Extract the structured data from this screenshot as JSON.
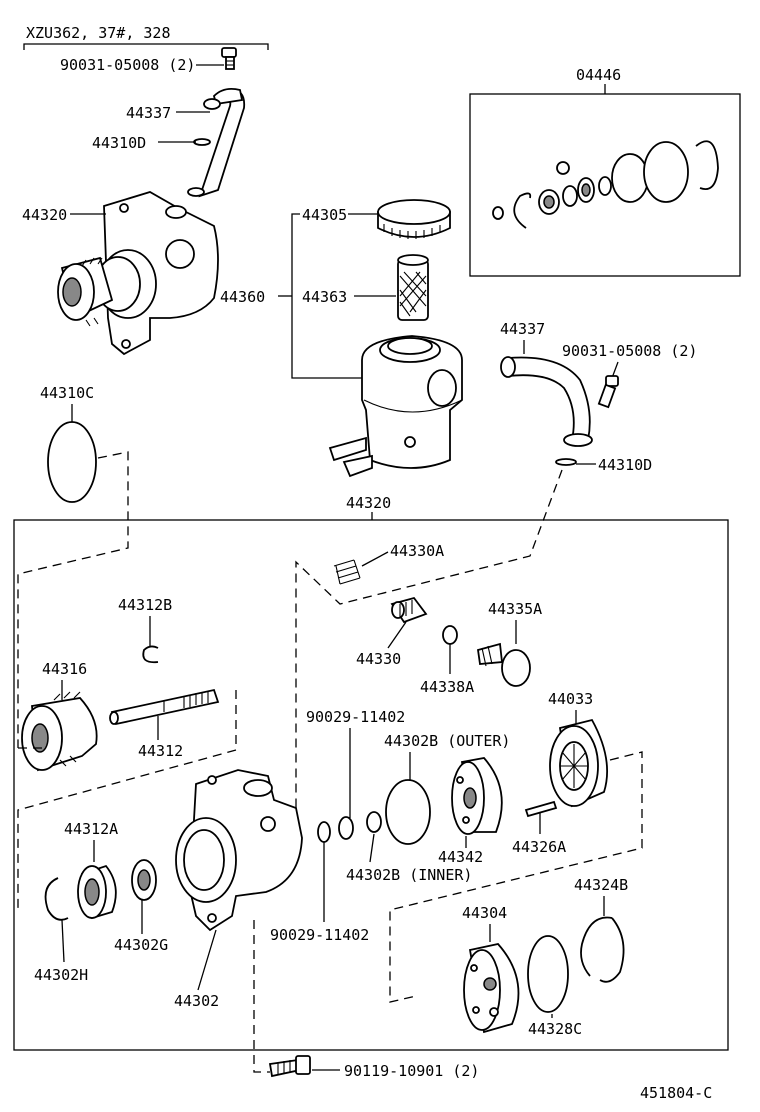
{
  "header": {
    "model_note": "XZU362, 37#, 328"
  },
  "footer": {
    "figure_code": "451804-C"
  },
  "labels": {
    "bolt_top": "90031-05008 (2)",
    "tube_top": "44337",
    "oring_top": "44310D",
    "pump_top": "44320",
    "cap": "44305",
    "reservoir": "44360",
    "strainer": "44363",
    "kit": "04446",
    "tube_right": "44337",
    "bolt_right": "90031-05008 (2)",
    "oring_left": "44310C",
    "oring_right": "44310D",
    "pump_box": "44320",
    "spring": "44330A",
    "snapring_shaft": "44312B",
    "valve": "44330",
    "plug": "44335A",
    "oring_plug": "44338A",
    "pulley": "44316",
    "shaft": "44312",
    "gasket_upper": "90029-11402",
    "plate_outer": "44302B (OUTER)",
    "cam_ring": "44033",
    "bearing": "44312A",
    "housing": "44302",
    "seal_left": "44302G",
    "snapring_left": "44302H",
    "gasket_lower": "90029-11402",
    "plate_inner": "44302B (INNER)",
    "side_plate": "44342",
    "pin": "44326A",
    "snapring_right": "44324B",
    "rear_housing": "44304",
    "oring_rear": "44328C",
    "bolt_bottom": "90119-10901 (2)"
  }
}
